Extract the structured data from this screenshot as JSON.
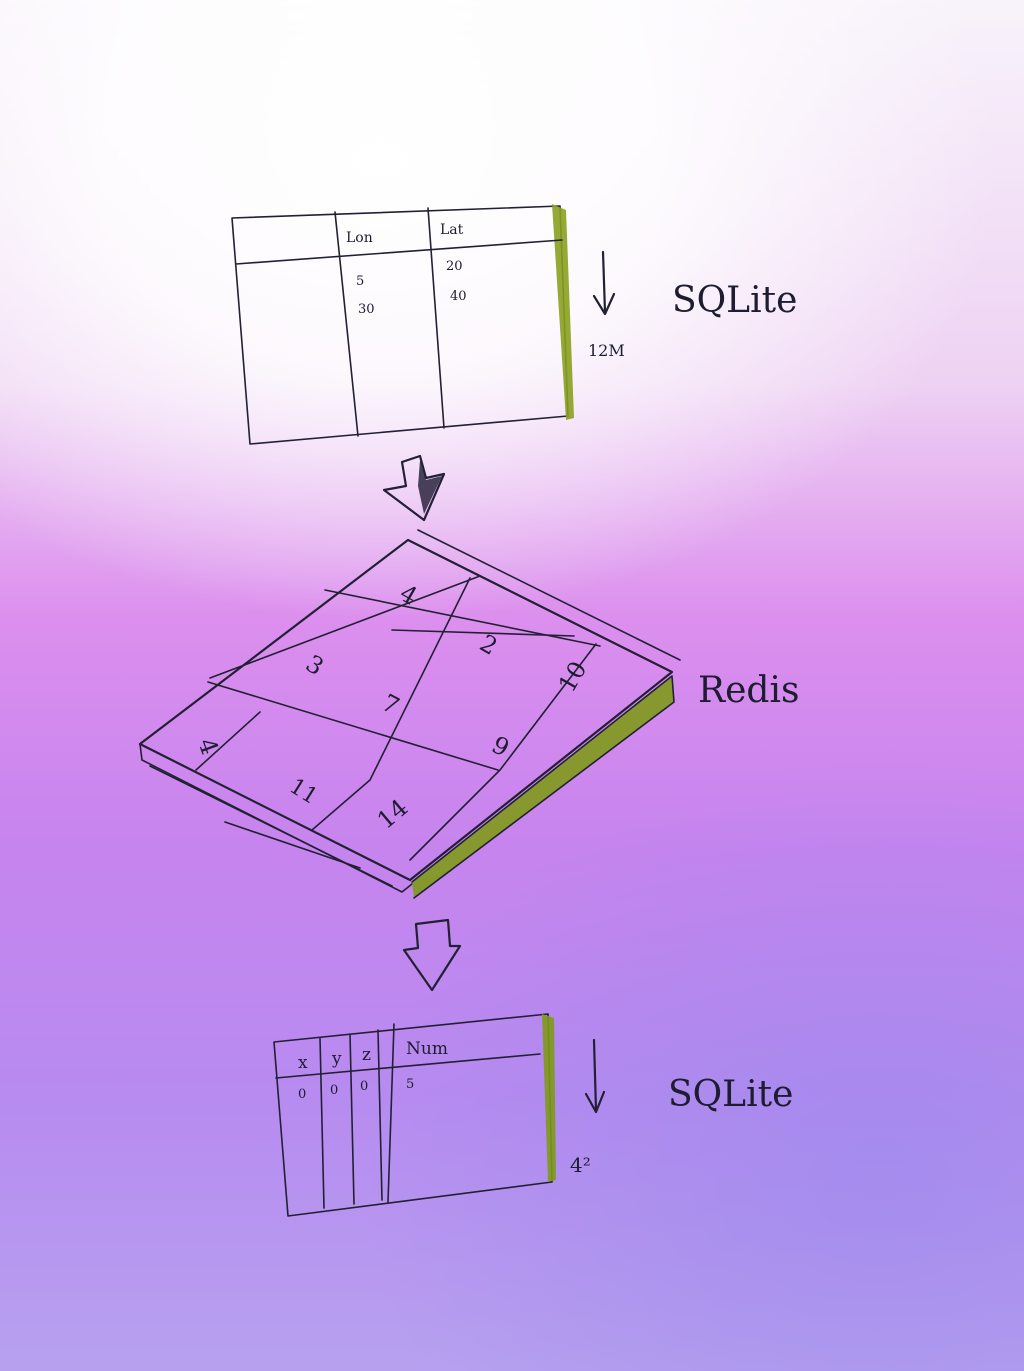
{
  "top_table": {
    "columns": [
      "Lon",
      "Lat"
    ],
    "rows": [
      [
        "5",
        "20"
      ],
      [
        "30",
        "40"
      ]
    ],
    "label": "SQLite",
    "count": "12M"
  },
  "grid": {
    "label": "Redis",
    "cells": [
      "4",
      "3",
      "2",
      "4",
      "7",
      "10",
      "11",
      "9",
      "14"
    ]
  },
  "bottom_table": {
    "columns": [
      "x",
      "y",
      "z",
      "Num"
    ],
    "row": [
      "0",
      "0",
      "0",
      "5"
    ],
    "label": "SQLite",
    "count": "4²"
  }
}
